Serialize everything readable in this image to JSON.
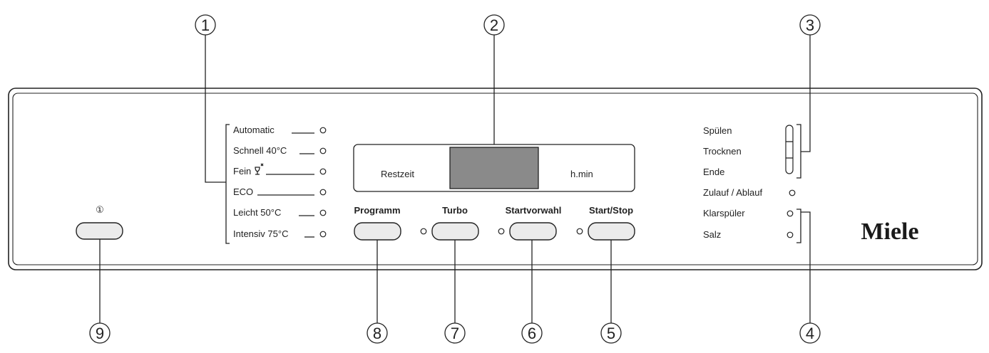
{
  "callouts": [
    "1",
    "2",
    "3",
    "4",
    "5",
    "6",
    "7",
    "8",
    "9"
  ],
  "programs": [
    "Automatic",
    "Schnell 40°C",
    "Fein",
    "ECO",
    "Leicht 50°C",
    "Intensiv 75°C"
  ],
  "display": {
    "left_label": "Restzeit",
    "right_label": "h.min"
  },
  "buttons": {
    "power_symbol": "①",
    "programm": "Programm",
    "turbo": "Turbo",
    "startvorwahl": "Startvorwahl",
    "start_stop": "Start/Stop"
  },
  "phases": [
    "Spülen",
    "Trocknen",
    "Ende"
  ],
  "indicators": [
    "Zulauf / Ablauf",
    "Klarspüler",
    "Salz"
  ],
  "brand": "Miele",
  "colors": {
    "display_window": "#8a8a8a",
    "button_fill": "#ebebeb",
    "line": "#222222"
  }
}
